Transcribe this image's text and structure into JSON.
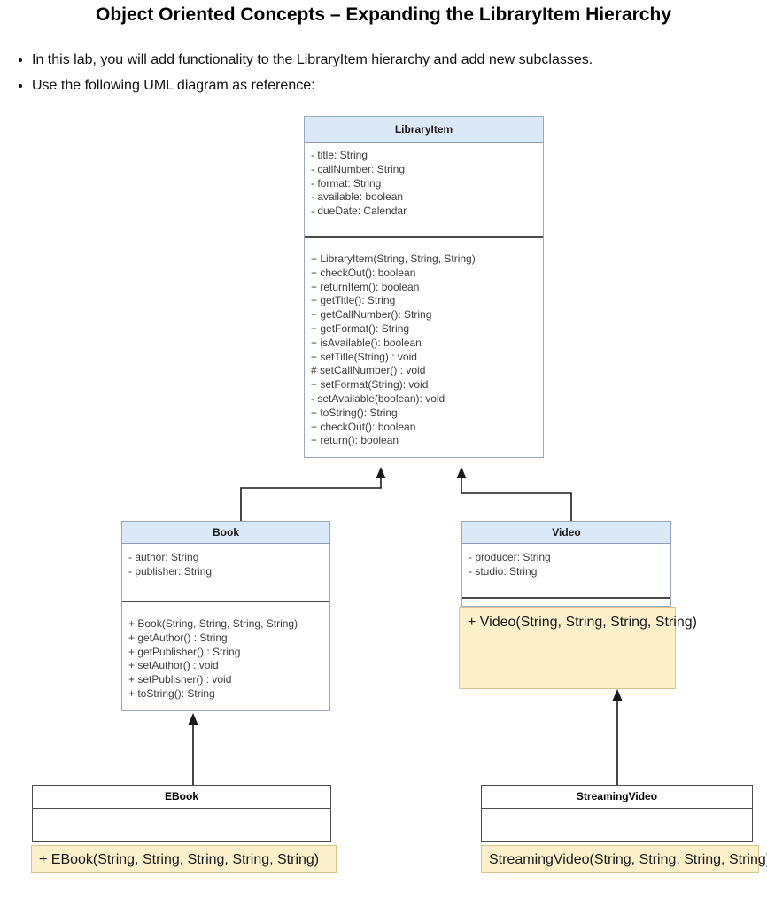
{
  "page": {
    "title": "Object Oriented Concepts – Expanding the LibraryItem Hierarchy",
    "bullets": [
      "In this lab, you will add functionality to the LibraryItem hierarchy and add new subclasses.",
      "Use the following UML diagram as reference:"
    ]
  },
  "diagram": {
    "classes": {
      "libraryitem": {
        "name": "LibraryItem",
        "attributes": [
          "- title: String",
          "- callNumber: String",
          "- format: String",
          "- available: boolean",
          "- dueDate: Calendar"
        ],
        "methods": [
          "+ LibraryItem(String, String, String)",
          "+ checkOut(): boolean",
          "+ returnItem(): boolean",
          "+ getTitle(): String",
          "+ getCallNumber(): String",
          "+ getFormat(): String",
          "+ isAvailable(): boolean",
          "+ setTitle(String) : void",
          "# setCallNumber() : void",
          "+ setFormat(String): void",
          "- setAvailable(boolean): void",
          "+ toString(): String",
          "+ checkOut(): boolean",
          "+ return(): boolean"
        ]
      },
      "book": {
        "name": "Book",
        "attributes": [
          "- author: String",
          "- publisher: String"
        ],
        "methods": [
          "+ Book(String, String, String, String)",
          "+ getAuthor() : String",
          "+ getPublisher() : String",
          "+ setAuthor() : void",
          "+ setPublisher() : void",
          "+ toString(): String"
        ]
      },
      "video": {
        "name": "Video",
        "attributes": [
          "- producer: String",
          "- studio: String"
        ],
        "methods": [
          "+ Video(String, String, String, String)"
        ]
      },
      "ebook": {
        "name": "EBook",
        "attributes": [],
        "methods": [
          "+ EBook(String, String, String, String, String)"
        ]
      },
      "streamingvideo": {
        "name": "StreamingVideo",
        "attributes": [],
        "methods": [
          "StreamingVideo(String, String, String, String)"
        ]
      }
    },
    "relationships": [
      {
        "from": "Book",
        "to": "LibraryItem",
        "type": "inheritance"
      },
      {
        "from": "Video",
        "to": "LibraryItem",
        "type": "inheritance"
      },
      {
        "from": "EBook",
        "to": "Book",
        "type": "inheritance"
      },
      {
        "from": "StreamingVideo",
        "to": "Video",
        "type": "inheritance"
      }
    ],
    "colors": {
      "class_header_fill": "#dbe8f7",
      "class_border_blue": "#95a9c3",
      "highlight_fill": "#fbf0c9",
      "highlight_border": "#d9c48e",
      "plain_border": "#4d4d4d",
      "connector": "#1a1a1a",
      "text": "#3d3d3d"
    }
  }
}
